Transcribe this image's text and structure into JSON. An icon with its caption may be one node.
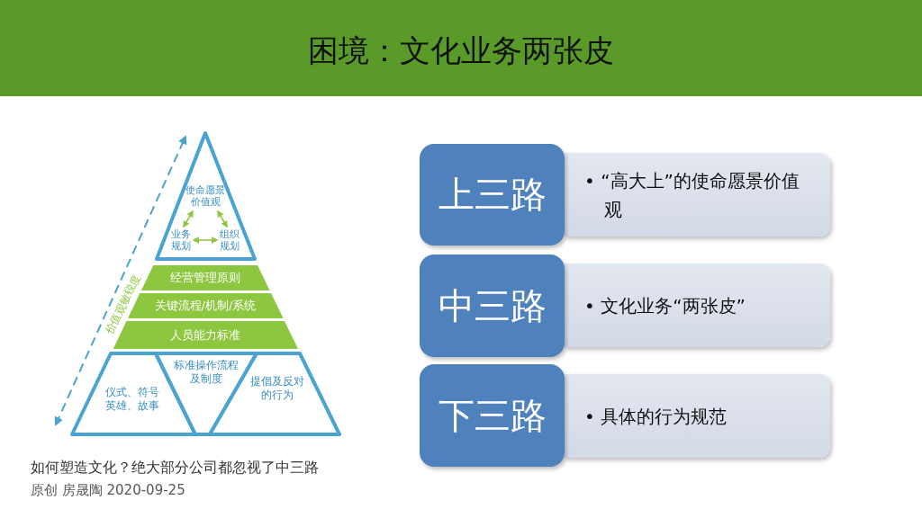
{
  "diagram": {
    "title": "困境：文化业务两张皮",
    "nodes": [
      {
        "text": [
          "使命愿景价值观"
        ]
      },
      {
        "text": [
          "业务规划"
        ]
      },
      {
        "text": [
          "组织规划"
        ]
      },
      {
        "text": [
          "经营管理原则"
        ]
      },
      {
        "text": [
          "关键流程/机制/系统"
        ]
      },
      {
        "text": [
          "人员能力标准"
        ]
      },
      {
        "text": [
          "仪式、符号英雄、故事"
        ]
      },
      {
        "text": [
          "标准操作流程及制度"
        ]
      },
      {
        "text": [
          "提倡及反对的行为"
        ]
      },
      {
        "text": [
          "上三路"
        ]
      },
      {
        "text": [
          "• “高大上”的使命愿景价值观"
        ]
      },
      {
        "text": [
          "中三路"
        ]
      },
      {
        "text": [
          "• 文化业务“两张皮”"
        ]
      },
      {
        "text": [
          "下三路"
        ]
      },
      {
        "text": [
          "• 具体的行为规范"
        ]
      }
    ],
    "edges": [
      {
        "from": 0,
        "to": 1,
        "arrow": "both"
      },
      {
        "from": 0,
        "to": 2,
        "arrow": "both"
      },
      {
        "from": 1,
        "to": 2,
        "arrow": "both"
      }
    ],
    "labels": [
      "价值观敏锐度",
      "如何塑造文化？绝大部分公司都忽视了中三路",
      "原创 房晟陶 2020-09-25"
    ]
  }
}
